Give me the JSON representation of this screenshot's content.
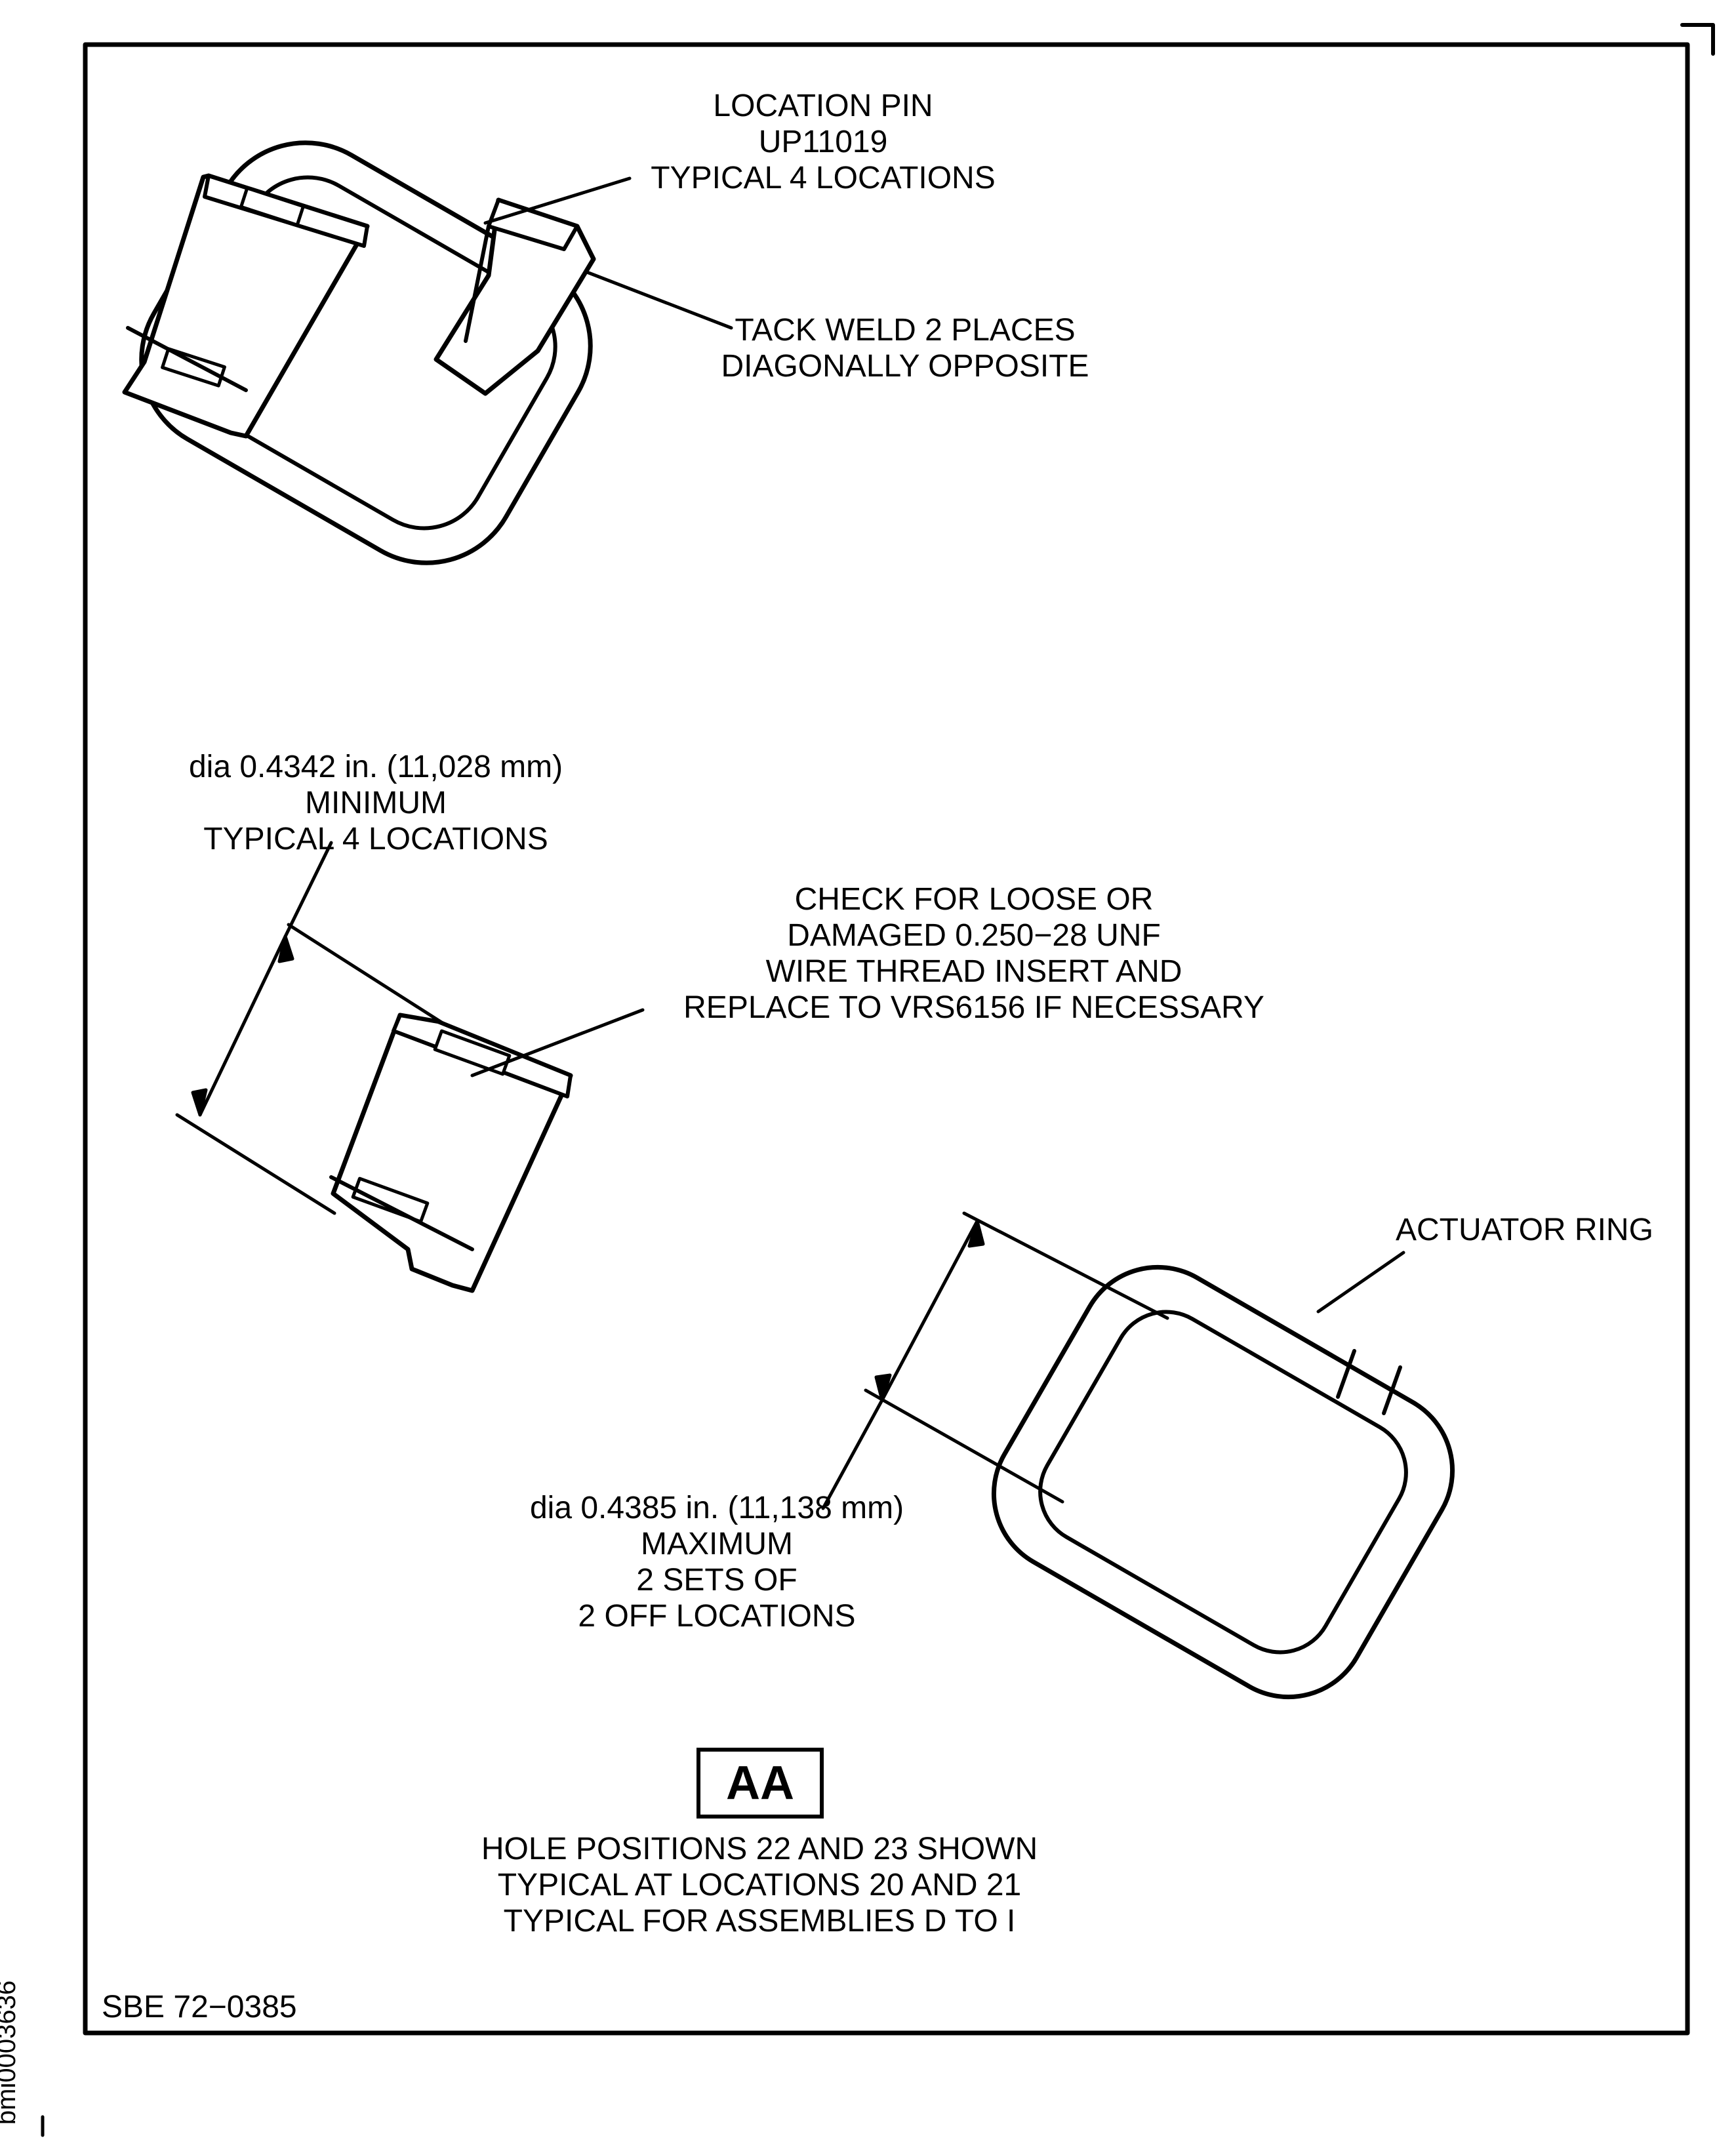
{
  "callouts": {
    "location_pin": [
      "LOCATION PIN",
      "UP11019",
      "TYPICAL 4 LOCATIONS"
    ],
    "tack_weld": [
      "TACK WELD 2 PLACES",
      "DIAGONALLY OPPOSITE"
    ],
    "min_dia": [
      "dia 0.4342 in. (11,028 mm)",
      "MINIMUM",
      "TYPICAL 4 LOCATIONS"
    ],
    "check_insert": [
      "CHECK FOR LOOSE OR",
      "DAMAGED 0.250−28 UNF",
      "WIRE THREAD INSERT AND",
      "REPLACE TO VRS6156 IF NECESSARY"
    ],
    "actuator_ring": "ACTUATOR RING",
    "max_dia": [
      "dia 0.4385 in. (11,138 mm)",
      "MAXIMUM",
      "2 SETS OF",
      "2 OFF LOCATIONS"
    ]
  },
  "view": {
    "label": "AA",
    "notes": [
      "HOLE POSITIONS 22 AND 23 SHOWN",
      "TYPICAL AT LOCATIONS 20 AND 21",
      "TYPICAL FOR ASSEMBLIES D TO I"
    ]
  },
  "footer": {
    "reference": "SBE 72−0385",
    "figure_id": "bmi0003636"
  }
}
